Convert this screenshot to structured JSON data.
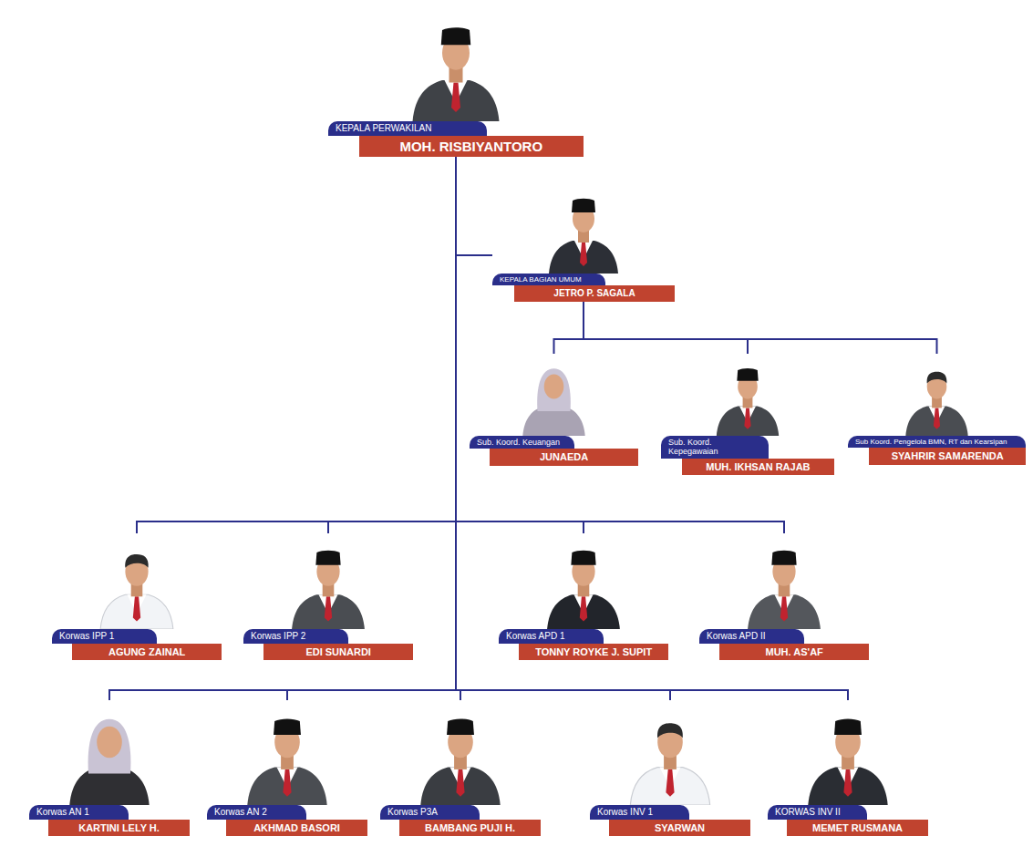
{
  "diagram": {
    "nodes": [
      {
        "text": [
          "KEPALA PERWAKILAN",
          "MOH. RISBIYANTORO"
        ]
      },
      {
        "text": [
          "KEPALA BAGIAN UMUM",
          "JETRO P. SAGALA"
        ]
      },
      {
        "text": [
          "Sub. Koord. Keuangan",
          "JUNAEDA"
        ]
      },
      {
        "text": [
          "Sub. Koord. Kepegawaian",
          "MUH. IKHSAN RAJAB"
        ]
      },
      {
        "text": [
          "Sub Koord. Pengelola BMN, RT dan Kearsipan",
          "SYAHRIR SAMARENDA"
        ]
      },
      {
        "text": [
          "Korwas IPP 1",
          "AGUNG ZAINAL"
        ]
      },
      {
        "text": [
          "Korwas IPP 2",
          "EDI SUNARDI"
        ]
      },
      {
        "text": [
          "Korwas APD 1",
          "TONNY ROYKE J. SUPIT"
        ]
      },
      {
        "text": [
          "Korwas APD II",
          "MUH. AS'AF"
        ]
      },
      {
        "text": [
          "Korwas AN 1",
          "KARTINI LELY H."
        ]
      },
      {
        "text": [
          "Korwas AN 2",
          "AKHMAD BASORI"
        ]
      },
      {
        "text": [
          "Korwas P3A",
          "BAMBANG PUJI H."
        ]
      },
      {
        "text": [
          "Korwas INV 1",
          "SYARWAN"
        ]
      },
      {
        "text": [
          "KORWAS INV II",
          "MEMET RUSMANA"
        ]
      }
    ],
    "edges": [
      {
        "from": 0,
        "to": 1,
        "arrow": "none"
      },
      {
        "from": 1,
        "to": 2,
        "arrow": "none"
      },
      {
        "from": 1,
        "to": 3,
        "arrow": "none"
      },
      {
        "from": 1,
        "to": 4,
        "arrow": "none"
      },
      {
        "from": 0,
        "to": 5,
        "arrow": "none"
      },
      {
        "from": 0,
        "to": 6,
        "arrow": "none"
      },
      {
        "from": 0,
        "to": 7,
        "arrow": "none"
      },
      {
        "from": 0,
        "to": 8,
        "arrow": "none"
      },
      {
        "from": 0,
        "to": 9,
        "arrow": "none"
      },
      {
        "from": 0,
        "to": 10,
        "arrow": "none"
      },
      {
        "from": 0,
        "to": 11,
        "arrow": "none"
      },
      {
        "from": 0,
        "to": 12,
        "arrow": "none"
      },
      {
        "from": 0,
        "to": 13,
        "arrow": "none"
      }
    ]
  }
}
